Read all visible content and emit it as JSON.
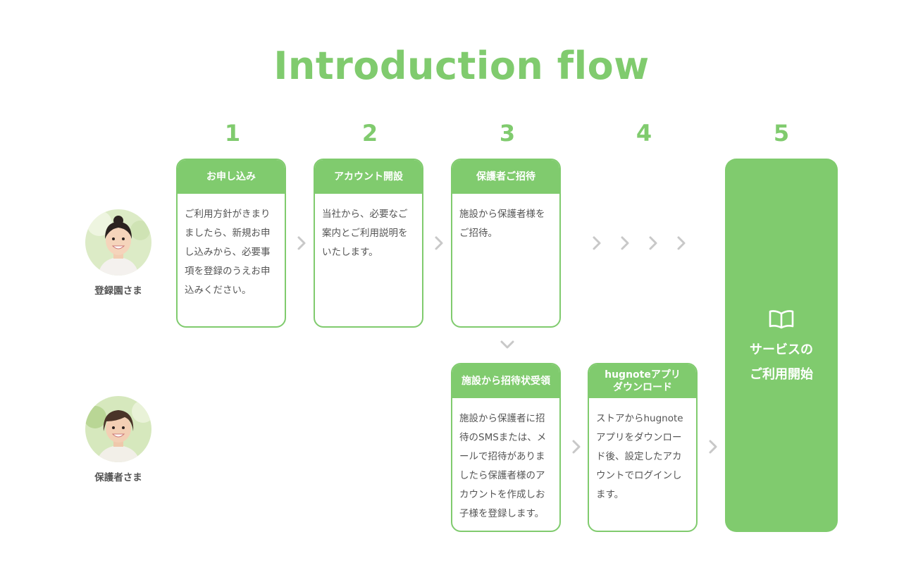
{
  "title": "Introduction flow",
  "steps": [
    "1",
    "2",
    "3",
    "4",
    "5"
  ],
  "roles": {
    "facility": "登録園さま",
    "guardian": "保護者さま"
  },
  "cards": {
    "apply": {
      "title": "お申し込み",
      "body": "ご利用方針がきまりましたら、新規お申し込みから、必要事項を登録のうえお申込みください。"
    },
    "account": {
      "title": "アカウント開設",
      "body": "当社から、必要なご案内とご利用説明をいたします。"
    },
    "invite": {
      "title": "保護者ご招待",
      "body": "施設から保護者様をご招待。"
    },
    "receive": {
      "title": "施設から招待状受領",
      "body": "施設から保護者に招待のSMSまたは、メールで招待がありましたら保護者様のアカウントを作成しお子様を登録します。"
    },
    "download": {
      "title_line1": "hugnoteアプリ",
      "title_line2": "ダウンロード",
      "body": "ストアからhugnoteアプリをダウンロード後、設定したアカウントでログインします。"
    }
  },
  "final": {
    "line1": "サービスの",
    "line2": "ご利用開始",
    "icon": "book-icon"
  },
  "colors": {
    "accent": "#80cb6e",
    "text": "#555555",
    "chevron": "#c8c8c8"
  }
}
